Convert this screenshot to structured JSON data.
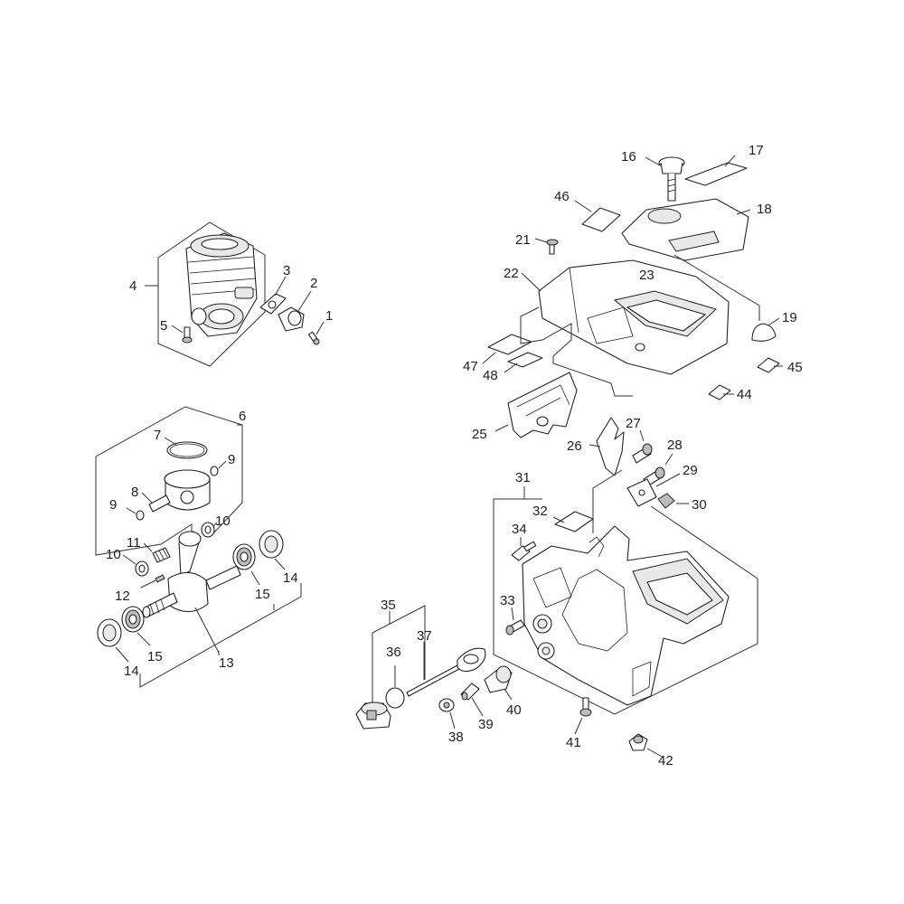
{
  "callouts": {
    "c1": "1",
    "c2": "2",
    "c3": "3",
    "c4": "4",
    "c5": "5",
    "c6": "6",
    "c7": "7",
    "c8": "8",
    "c9a": "9",
    "c9b": "9",
    "c10a": "10",
    "c10b": "10",
    "c11": "11",
    "c12": "12",
    "c13": "13",
    "c14a": "14",
    "c14b": "14",
    "c15a": "15",
    "c15b": "15",
    "c16": "16",
    "c17": "17",
    "c18": "18",
    "c19": "19",
    "c21": "21",
    "c22": "22",
    "c23": "23",
    "c25": "25",
    "c26": "26",
    "c27": "27",
    "c28": "28",
    "c29": "29",
    "c30": "30",
    "c31": "31",
    "c32": "32",
    "c33": "33",
    "c34": "34",
    "c35": "35",
    "c36": "36",
    "c37": "37",
    "c38": "38",
    "c39": "39",
    "c40": "40",
    "c41": "41",
    "c42": "42",
    "c44": "44",
    "c45": "45",
    "c46": "46",
    "c47": "47",
    "c48": "48"
  }
}
